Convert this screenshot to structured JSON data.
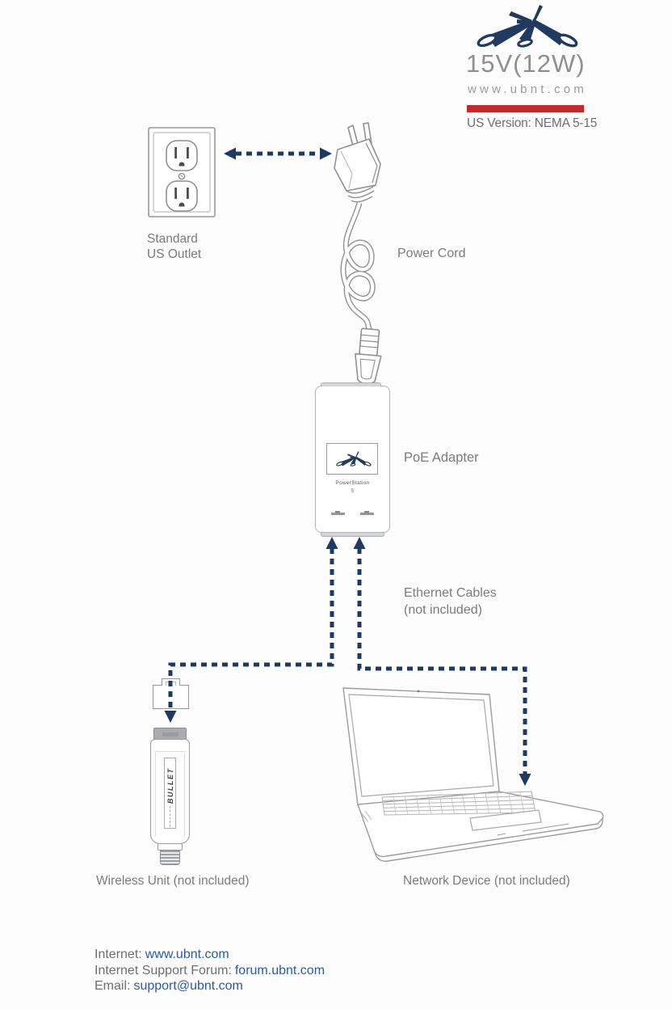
{
  "branding": {
    "power_rating": "15V(12W)",
    "website": "www.ubnt.com",
    "version_label": "US Version: NEMA 5-15"
  },
  "labels": {
    "outlet": [
      "Standard",
      "US Outlet"
    ],
    "power_cord": "Power Cord",
    "poe_adapter": "PoE Adapter",
    "ethernet": [
      "Ethernet Cables",
      "(not included)"
    ],
    "wireless_unit": "Wireless Unit (not included)",
    "network_device": "Network Device (not included)"
  },
  "adapter_face": {
    "text": "PowerStation",
    "subtext": "5"
  },
  "bullet_device": {
    "sticker_text": "BULLET"
  },
  "contact": {
    "lines": [
      {
        "label": "Internet:",
        "link": "www.ubnt.com"
      },
      {
        "label": "Internet Support Forum:",
        "link": "forum.ubnt.com"
      },
      {
        "label": "Email:",
        "link": "support@ubnt.com"
      }
    ]
  },
  "colors": {
    "navy": "#1e3a63",
    "red": "#bf2a2d",
    "label_gray": "#7a7b7e",
    "link_blue": "#2b59a8"
  }
}
